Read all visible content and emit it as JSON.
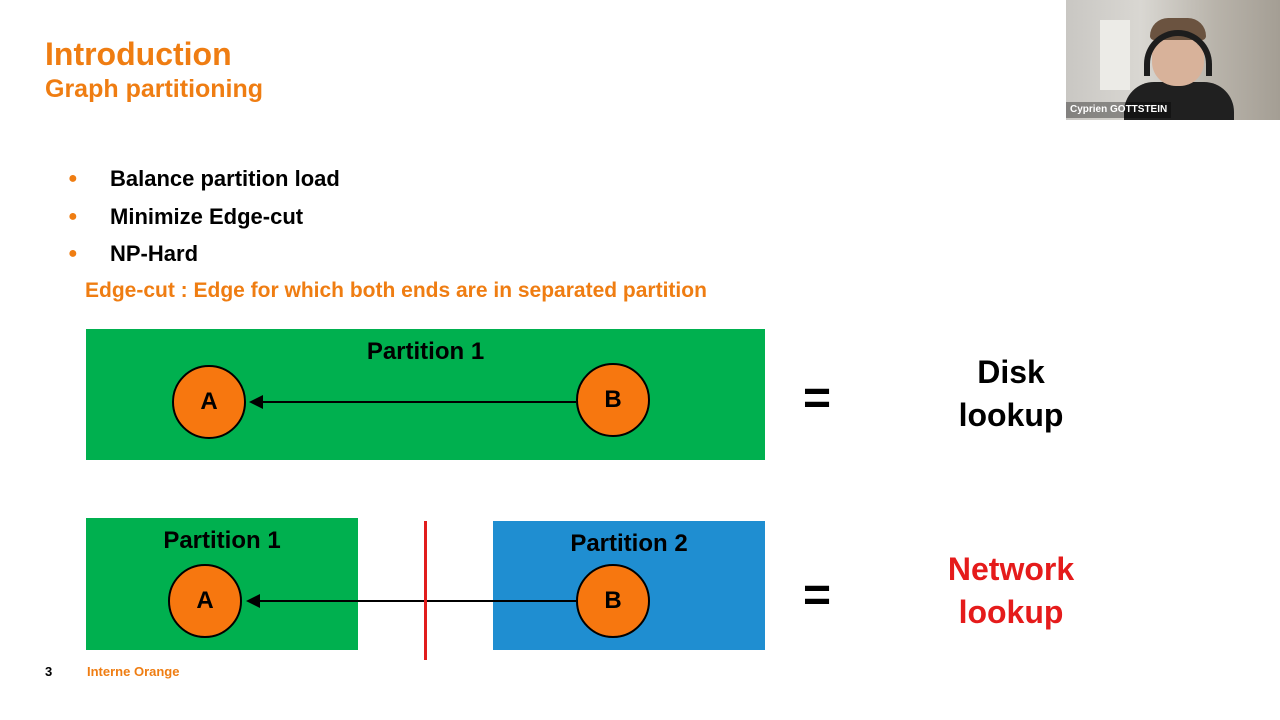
{
  "slide": {
    "title": "Introduction",
    "subtitle": "Graph partitioning",
    "bullets": [
      "Balance partition load",
      "Minimize Edge-cut",
      "NP-Hard"
    ],
    "definition": "Edge-cut : Edge for which both ends are in separated partition"
  },
  "diagram_top": {
    "partition_label": "Partition 1",
    "node_a": "A",
    "node_b": "B",
    "equals": "=",
    "result_line1": "Disk",
    "result_line2": "lookup"
  },
  "diagram_bottom": {
    "partition1_label": "Partition 1",
    "partition2_label": "Partition 2",
    "node_a": "A",
    "node_b": "B",
    "equals": "=",
    "result_line1": "Network",
    "result_line2": "lookup"
  },
  "footer": {
    "page_number": "3",
    "classification": "Interne Orange"
  },
  "webcam": {
    "participant_name": "Cyprien GOTTSTEIN"
  },
  "colors": {
    "accent_orange": "#ef7d12",
    "partition_green": "#00b04f",
    "partition_blue": "#1f8ed1",
    "node_orange": "#f7770f",
    "cut_red": "#e11d1d",
    "result_red": "#e51b1b"
  }
}
